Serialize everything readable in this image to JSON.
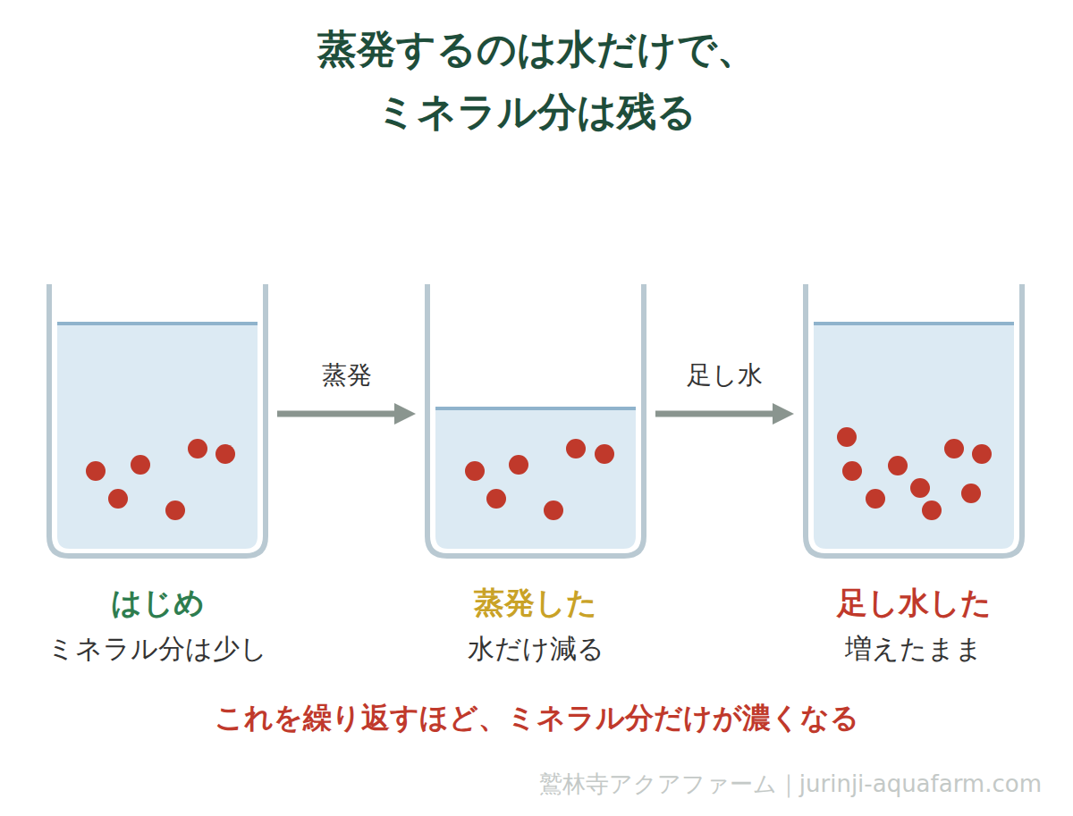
{
  "diagram": {
    "title": "蒸発するのは水だけで、 ミネラル分は残る",
    "caption": "これを繰り返すほど、ミネラル分だけが濃くなる",
    "nodes": [
      {
        "text": [
          "はじめ",
          "ミネラル分は少し"
        ]
      },
      {
        "text": [
          "蒸発した",
          "水だけ減る"
        ]
      },
      {
        "text": [
          "足し水した",
          "増えたまま"
        ]
      }
    ],
    "edges": [
      {
        "from": 0,
        "to": 1,
        "label": "蒸発",
        "arrow": "to"
      },
      {
        "from": 1,
        "to": 2,
        "label": "足し水",
        "arrow": "to"
      }
    ],
    "labels": [
      "鷲林寺アクアファーム｜jurinji-aquafarm.com"
    ]
  }
}
